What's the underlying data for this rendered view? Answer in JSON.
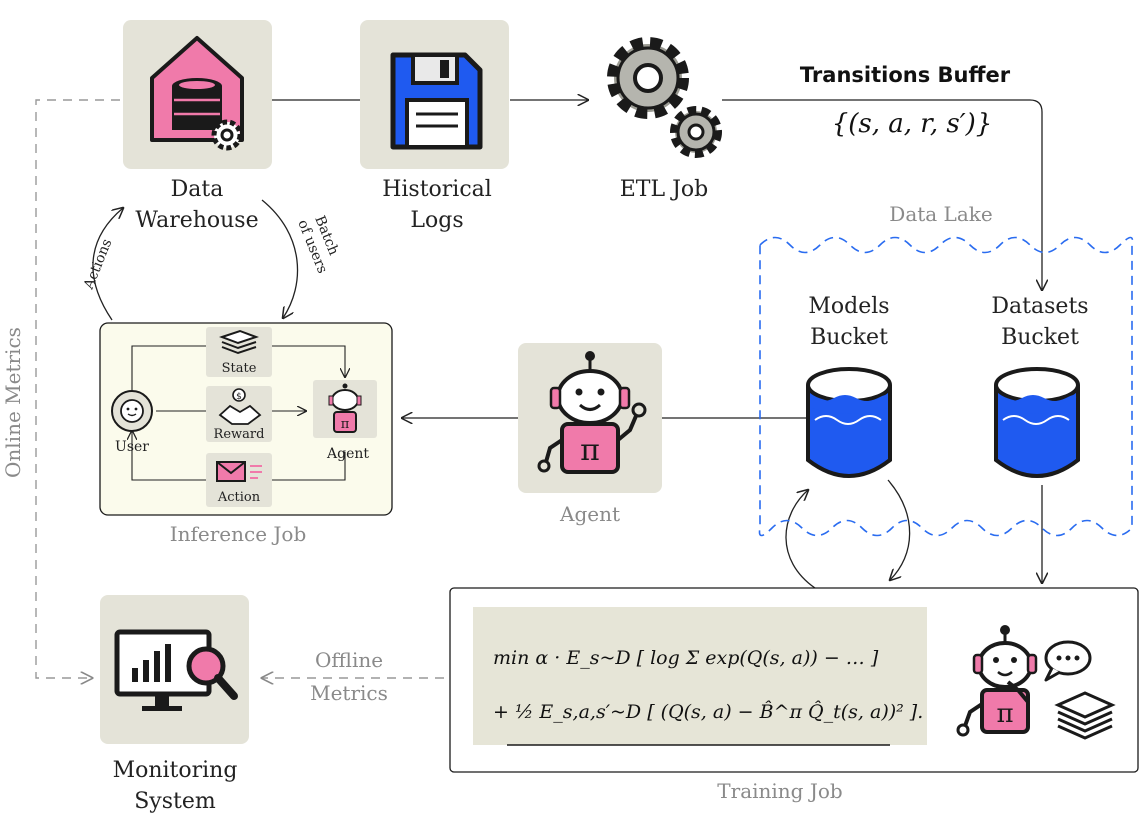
{
  "colors": {
    "tile": "#e4e3d8",
    "pink": "#f07aaa",
    "blue": "#1f5af0",
    "dark": "#1a1a1a",
    "inference_bg": "#fbfbec",
    "formula_bg": "#e6e5d7",
    "dash_blue": "#2a6cf0",
    "grey_text": "#8a8a8a"
  },
  "nodes": {
    "data_warehouse": {
      "line1": "Data",
      "line2": "Warehouse",
      "icon": "warehouse-database-icon"
    },
    "historical_logs": {
      "line1": "Historical",
      "line2": "Logs",
      "icon": "floppy-disk-icon"
    },
    "etl_job": {
      "label": "ETL Job",
      "icon": "gears-icon"
    },
    "agent": {
      "label": "Agent",
      "icon": "robot-icon"
    },
    "monitoring": {
      "line1": "Monitoring",
      "line2": "System",
      "icon": "monitor-magnifier-icon"
    }
  },
  "transitions": {
    "title": "Transitions Buffer",
    "formula": "{(s, a, r, s′)}"
  },
  "data_lake": {
    "label": "Data Lake",
    "models_bucket": {
      "line1": "Models",
      "line2": "Bucket"
    },
    "datasets_bucket": {
      "line1": "Datasets",
      "line2": "Bucket"
    }
  },
  "inference_job": {
    "label": "Inference Job",
    "state": "State",
    "reward": "Reward",
    "action": "Action",
    "user": "User",
    "agent": "Agent"
  },
  "loop_labels": {
    "actions": "Actions",
    "batch_line1": "Batch",
    "batch_line2": "of users"
  },
  "metrics": {
    "online": "Online Metrics",
    "offline_line1": "Offline",
    "offline_line2": "Metrics"
  },
  "training_job": {
    "label": "Training Job",
    "formula_line1": "min α · E_s~D [ log Σ exp(Q(s, a)) − … ]",
    "formula_line2": "+ ½ E_s,a,s′~D [ (Q(s, a) − B̂^π Q̂_t(s, a))² ]."
  }
}
